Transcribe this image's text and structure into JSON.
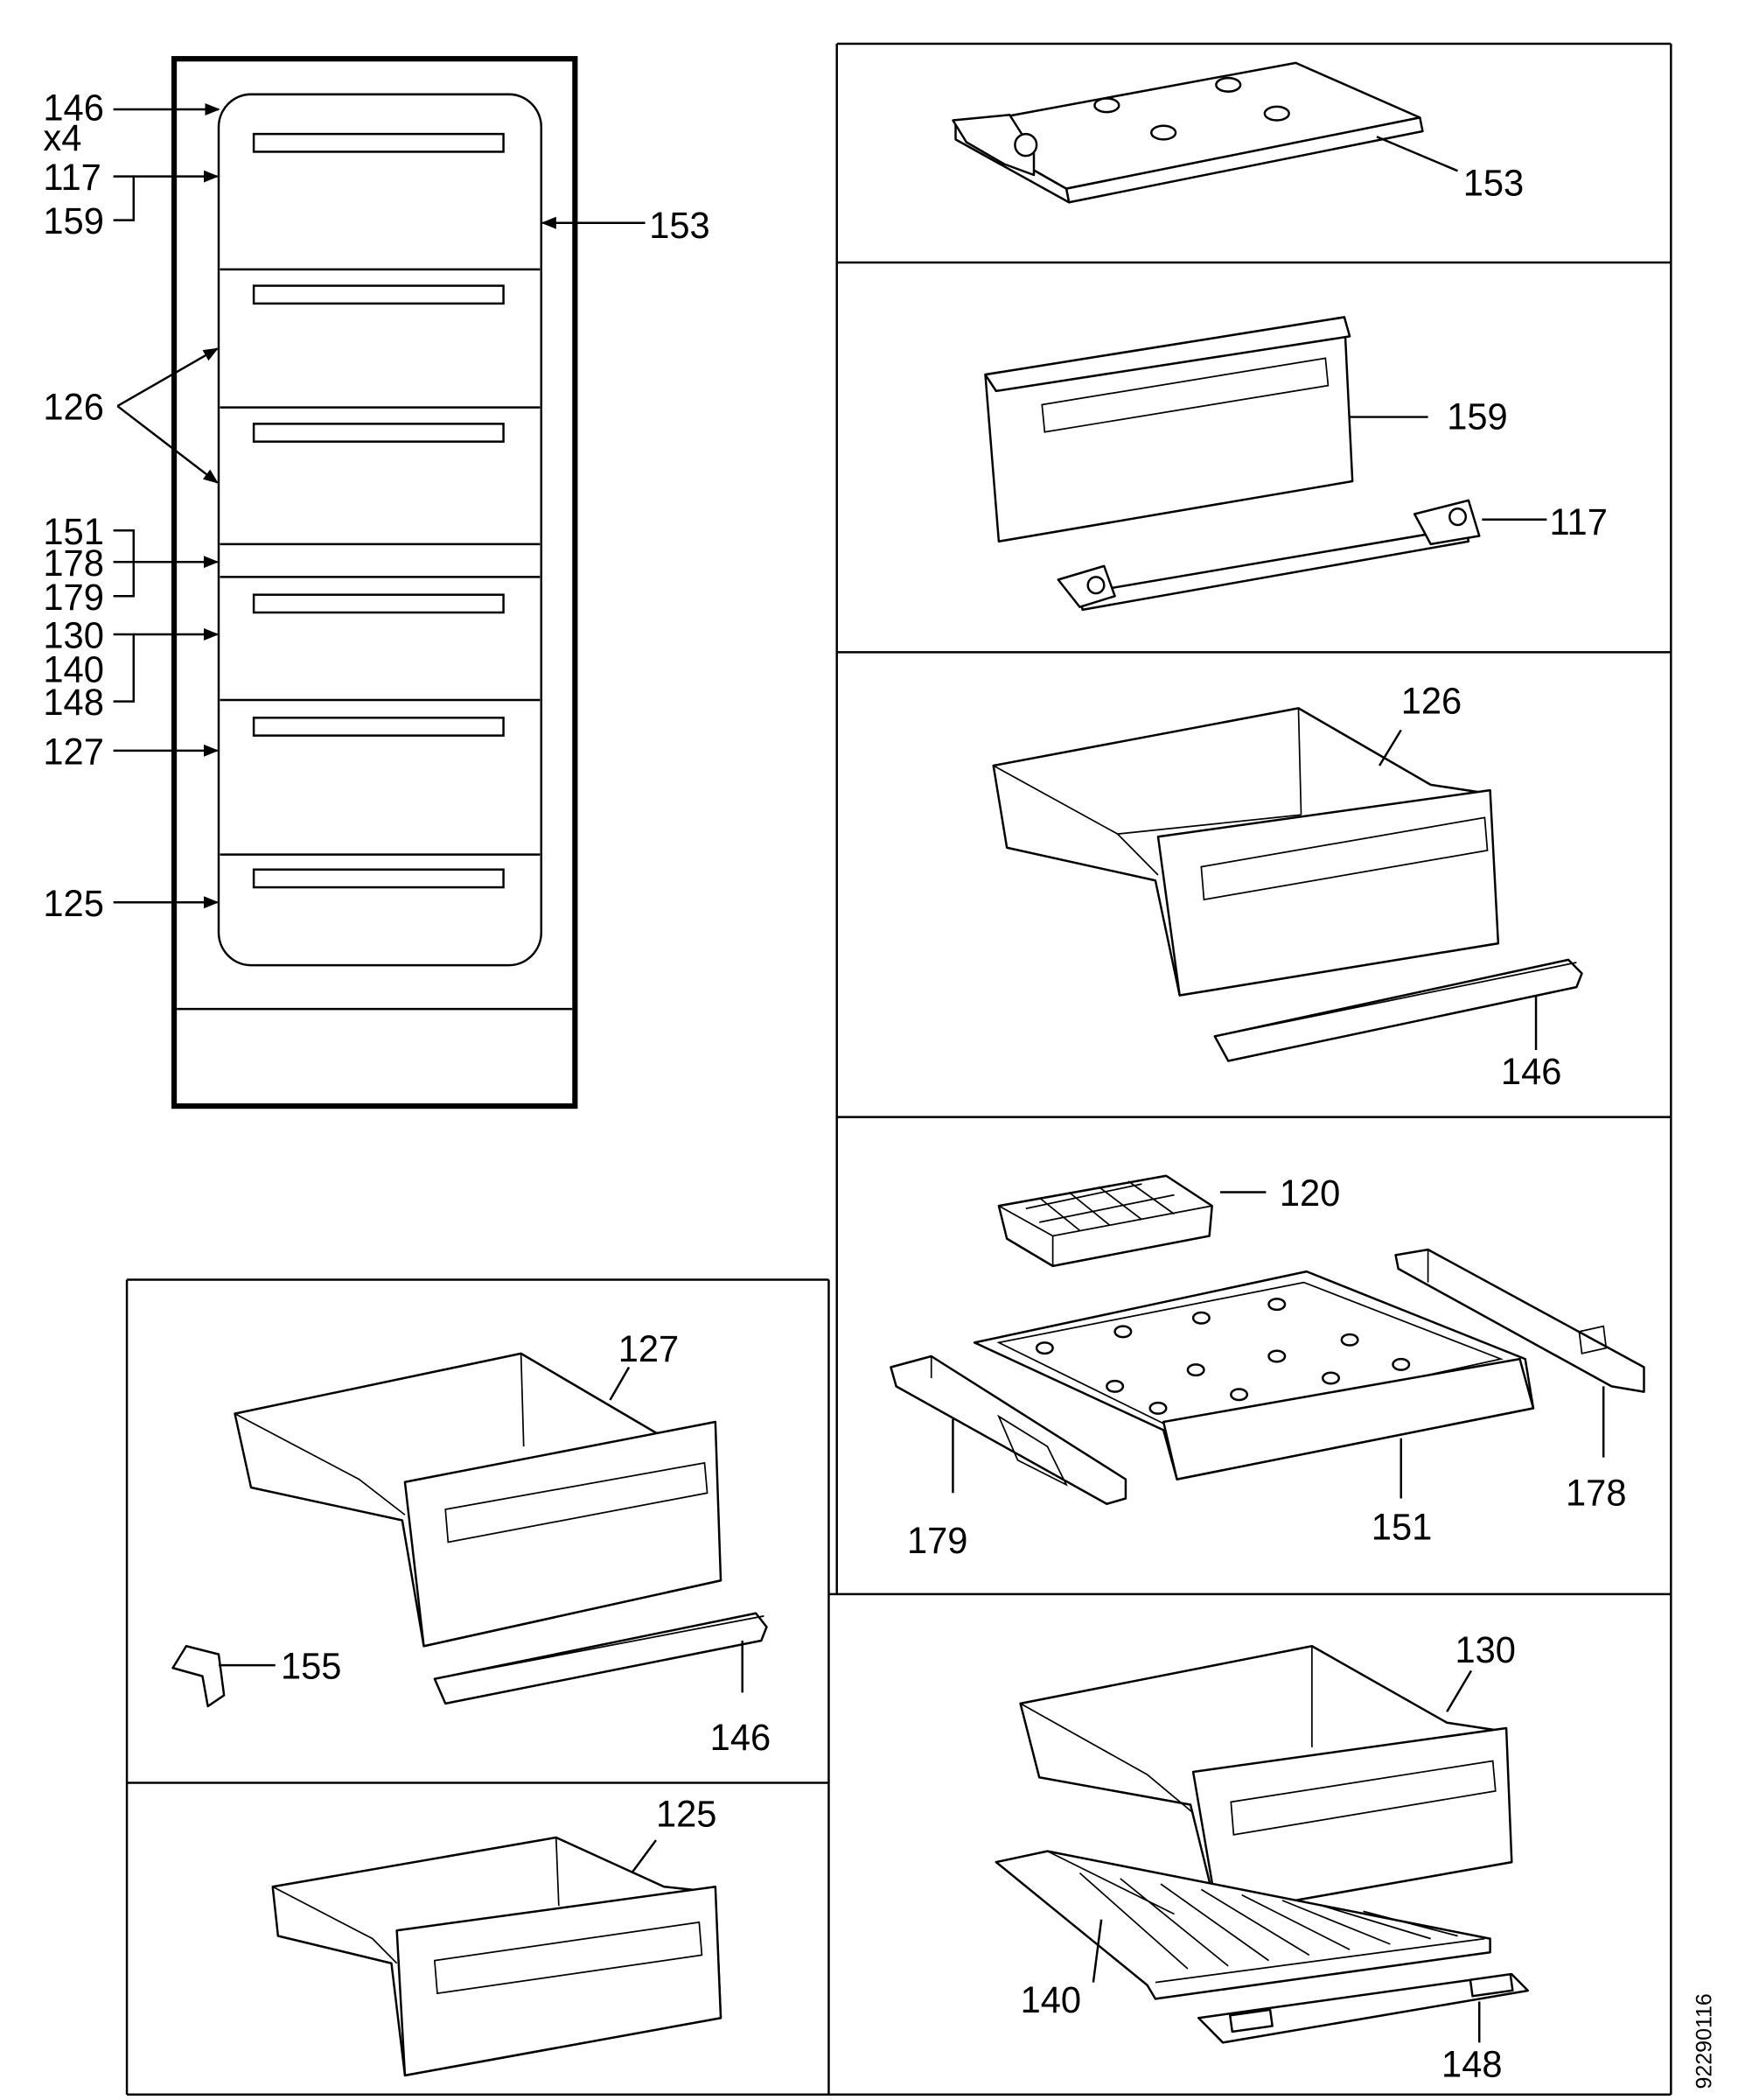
{
  "labels": {
    "p146": "146",
    "x4": "x4",
    "p117": "117",
    "p159": "159",
    "p153": "153",
    "p126": "126",
    "p151": "151",
    "p178": "178",
    "p179": "179",
    "p130": "130",
    "p140": "140",
    "p148": "148",
    "p127": "127",
    "p125": "125",
    "p120": "120",
    "p155": "155"
  },
  "drawing_number": "92290116"
}
